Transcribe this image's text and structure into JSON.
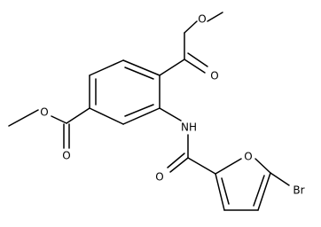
{
  "molecule": {
    "atoms": {
      "o_ester1_methoxy": "O",
      "o_ester1_carbonyl": "O",
      "o_ester2_methoxy": "O",
      "o_ester2_carbonyl": "O",
      "nh": "NH",
      "o_amide": "O",
      "o_furan": "O",
      "br": "Br"
    }
  },
  "colors": {
    "bond": "#000000",
    "label": "#000000",
    "background": "#ffffff"
  }
}
